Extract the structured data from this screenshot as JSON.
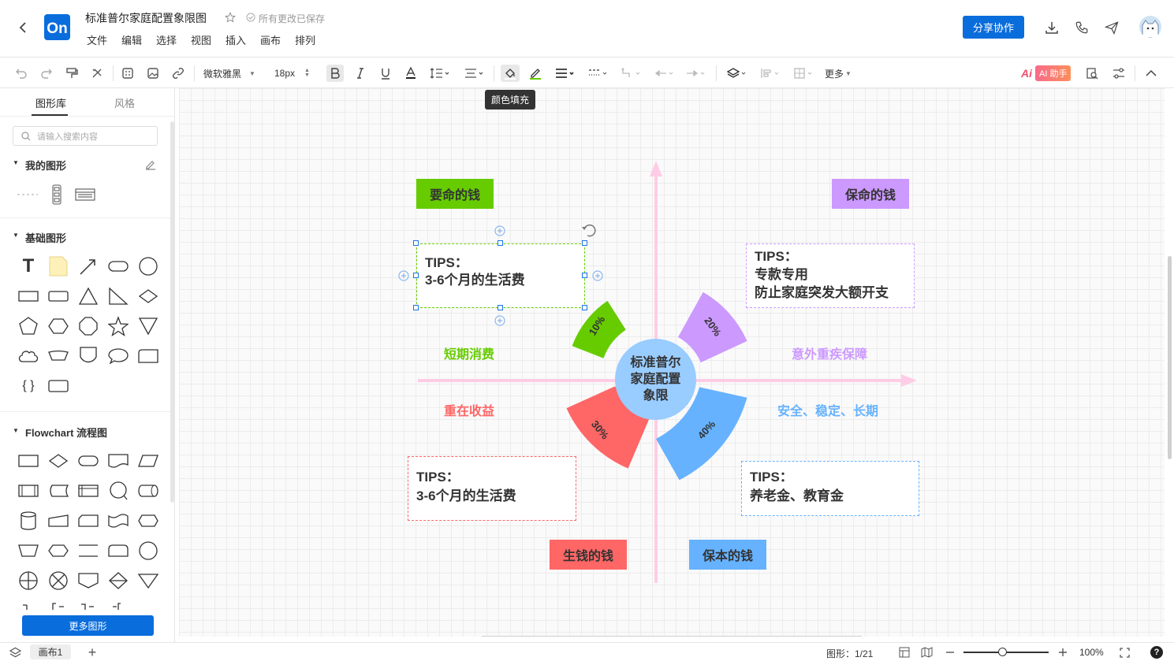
{
  "app": {
    "logo": "On",
    "doc_title": "标准普尔家庭配置象限图",
    "save_status": "所有更改已保存",
    "share_button": "分享协作"
  },
  "menus": [
    "文件",
    "编辑",
    "选择",
    "视图",
    "插入",
    "画布",
    "排列"
  ],
  "toolbar": {
    "font_family": "微软雅黑",
    "font_size": "18px",
    "more": "更多",
    "ai_label": "AI 助手",
    "tooltip": "颜色填充"
  },
  "sidebar": {
    "tabs": [
      "图形库",
      "风格"
    ],
    "search_placeholder": "请输入搜索内容",
    "sections": {
      "mine": "我的图形",
      "basic": "基础图形",
      "flowchart": "Flowchart 流程图"
    },
    "text_shape": "T",
    "brace_shape": "{ }",
    "more_button": "更多图形"
  },
  "diagram": {
    "center": "标准普尔\n家庭配置\n象限",
    "labels": {
      "tl": "要命的钱",
      "tr": "保命的钱",
      "bl": "生钱的钱",
      "br": "保本的钱"
    },
    "quadrants": {
      "tl": "短期消费",
      "tr": "意外重疾保障",
      "bl": "重在收益",
      "br": "安全、稳定、长期"
    },
    "tips": {
      "tl": "TIPS：\n3-6个月的生活费",
      "tr": "TIPS：\n专款专用\n防止家庭突发大额开支",
      "bl": "TIPS：\n3-6个月的生活费",
      "br": "TIPS：\n养老金、教育金"
    },
    "percents": {
      "tl": "10%",
      "tr": "20%",
      "bl": "30%",
      "br": "40%"
    },
    "colors": {
      "green": "#66cc00",
      "purple": "#cc99ff",
      "red": "#ff6666",
      "blue": "#66b2ff",
      "center": "#99ccff",
      "axis": "#ffcce6"
    }
  },
  "status": {
    "page_tab": "画布1",
    "shape_count": "图形：1/21",
    "zoom": "100%",
    "help": "?"
  }
}
